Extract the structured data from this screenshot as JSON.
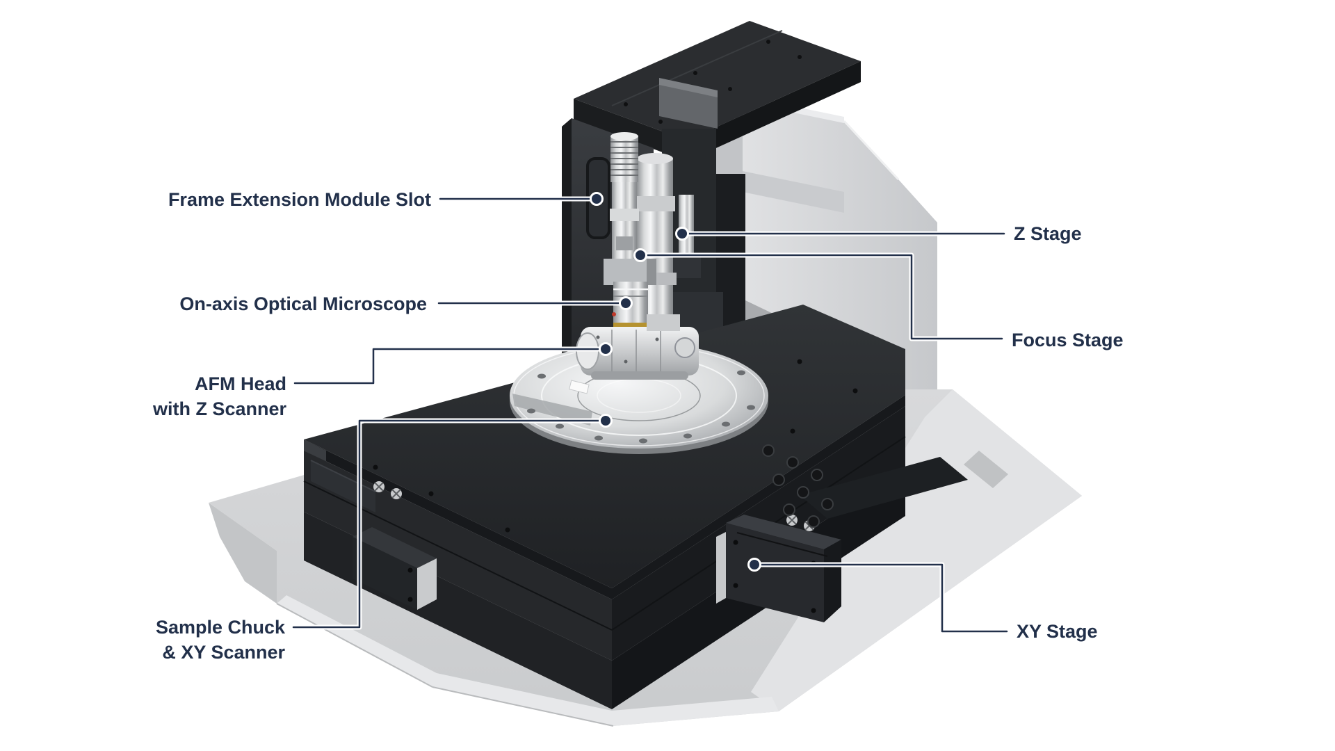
{
  "diagram": {
    "subject": "atomic-force-microscope-system",
    "background": "#ffffff",
    "labels": {
      "frame_extension_module_slot": {
        "text": "Frame Extension Module Slot"
      },
      "on_axis_optical_microscope": {
        "text": "On-axis Optical Microscope"
      },
      "afm_head": {
        "lines": [
          "AFM Head",
          "with Z Scanner"
        ]
      },
      "sample_chuck": {
        "lines": [
          "Sample Chuck",
          "& XY Scanner"
        ]
      },
      "z_stage": {
        "text": "Z Stage"
      },
      "focus_stage": {
        "text": "Focus Stage"
      },
      "xy_stage": {
        "text": "XY Stage"
      }
    },
    "colors": {
      "label_text": "#22304a",
      "leader_line": "#22304a",
      "leader_casing": "#ffffff",
      "machine_dark": "#232528",
      "machine_light_gray": "#d3d4d6",
      "metal_silver": "#d8dadb",
      "gold_ring": "#b5922f"
    }
  }
}
